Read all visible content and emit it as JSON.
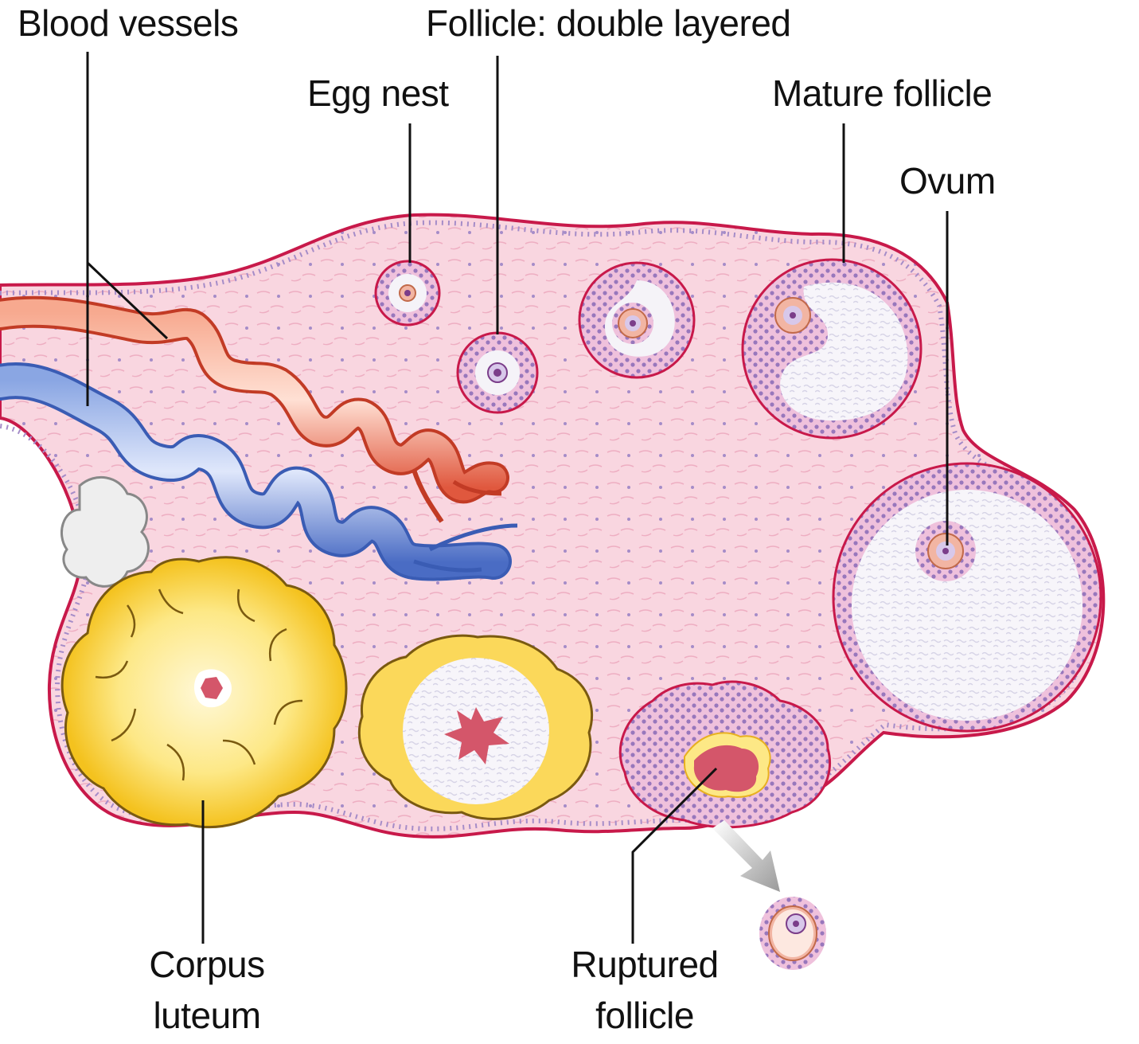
{
  "labels": {
    "blood_vessels": "Blood vessels",
    "follicle_double": "Follicle: double layered",
    "egg_nest": "Egg nest",
    "mature_follicle": "Mature follicle",
    "ovum": "Ovum",
    "corpus_luteum_1": "Corpus",
    "corpus_luteum_2": "luteum",
    "ruptured_1": "Ruptured",
    "ruptured_2": "follicle"
  },
  "colors": {
    "stroma": "#f8d3de",
    "outline": "#c8194a",
    "cell_dot": "#9b7bb8",
    "artery": "#ef8a6f",
    "vein": "#6f8fd3",
    "corpus_luteum": "#fbd85a",
    "antrum": "#f5f3f8",
    "blood": "#d4566a"
  }
}
